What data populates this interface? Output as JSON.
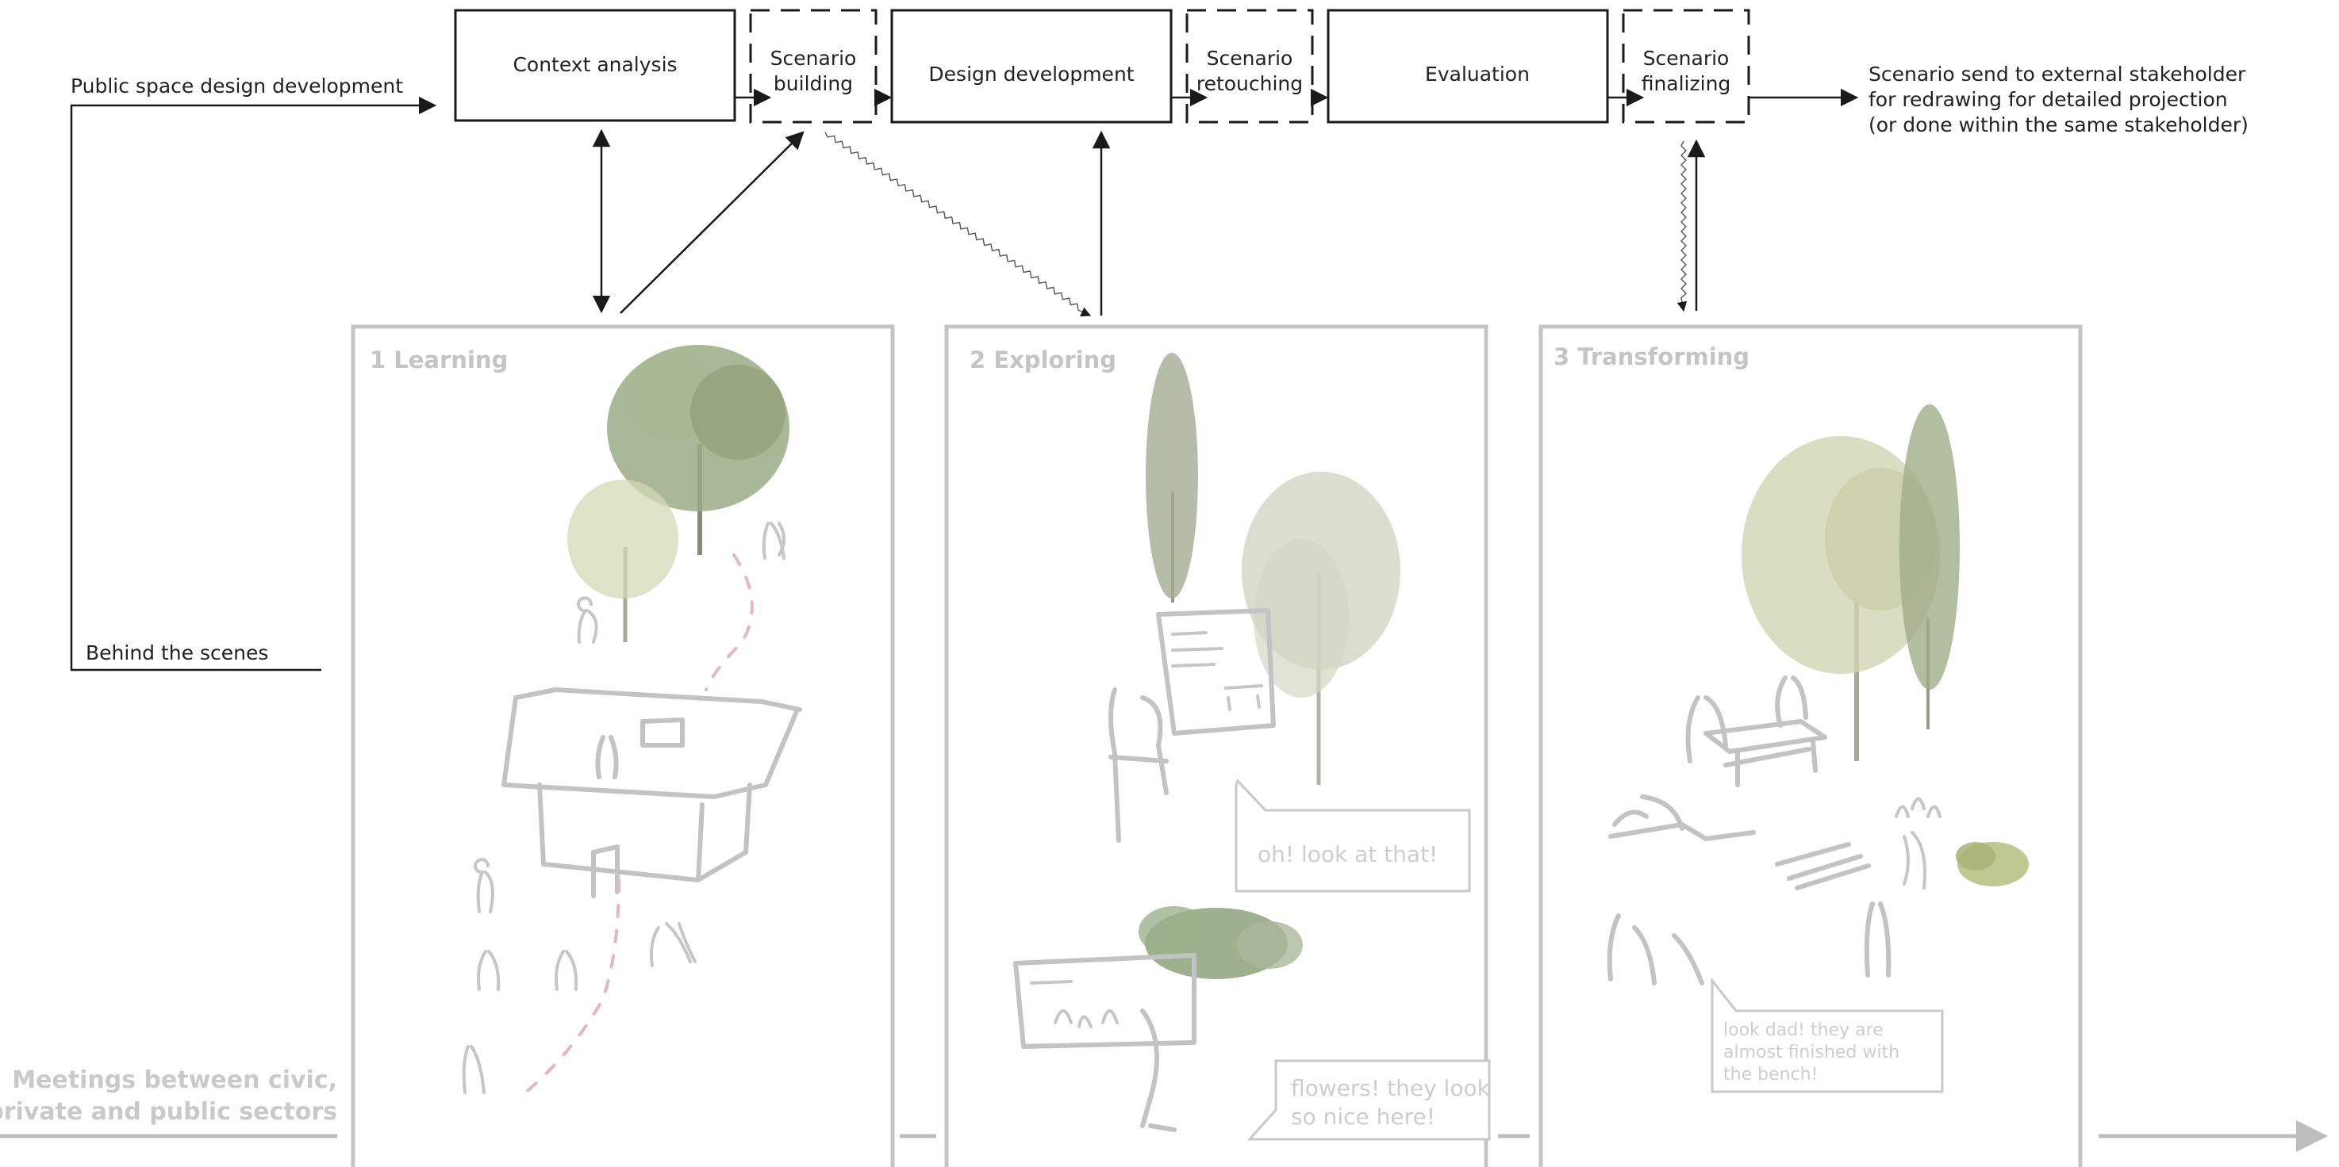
{
  "colors": {
    "line": "#1a1a1a",
    "panel_border": "#c4c4c4",
    "panel_title": "#c4c4c4",
    "timeline": "#bdbdbd",
    "tree_green": "#9bab86",
    "path_pink": "#e6b6bd"
  },
  "process": {
    "steps": [
      {
        "id": "context",
        "label": [
          "Context analysis"
        ],
        "style": "solid"
      },
      {
        "id": "scenario_building",
        "label": [
          "Scenario",
          "building"
        ],
        "style": "dashed"
      },
      {
        "id": "design",
        "label": [
          "Design development"
        ],
        "style": "solid"
      },
      {
        "id": "scenario_retouching",
        "label": [
          "Scenario",
          "retouching"
        ],
        "style": "dashed"
      },
      {
        "id": "evaluation",
        "label": [
          "Evaluation"
        ],
        "style": "solid"
      },
      {
        "id": "scenario_finalizing",
        "label": [
          "Scenario",
          "finalizing"
        ],
        "style": "dashed"
      }
    ],
    "input_label": "Public space design development",
    "behind_label": "Behind the scenes",
    "output_label": [
      "Scenario send to external stakeholder",
      "for redrawing for detailed projection",
      "(or done within the same stakeholder)"
    ]
  },
  "panels": [
    {
      "id": "learning",
      "title": "1 Learning",
      "bubbles": []
    },
    {
      "id": "exploring",
      "title": "2 Exploring",
      "bubbles": [
        {
          "lines": [
            "oh! look at that!"
          ]
        },
        {
          "lines": [
            "flowers! they look",
            "so nice here!"
          ]
        }
      ]
    },
    {
      "id": "transforming",
      "title": "3 Transforming",
      "bubbles": [
        {
          "lines": [
            "look dad! they are",
            "almost finished with",
            "the bench!"
          ]
        }
      ]
    }
  ],
  "timeline_label": [
    "Meetings between civic,",
    "private and public sectors"
  ]
}
